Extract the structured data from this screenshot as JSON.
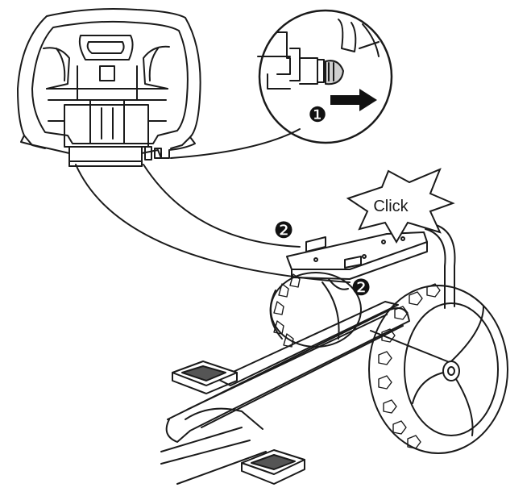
{
  "callouts": {
    "step1": "❶",
    "step2_top": "❷",
    "step2_bottom": "❷",
    "click": "Click"
  },
  "colors": {
    "ink": "#1a1a1a",
    "paper": "#ffffff",
    "arrow": "#111111"
  }
}
